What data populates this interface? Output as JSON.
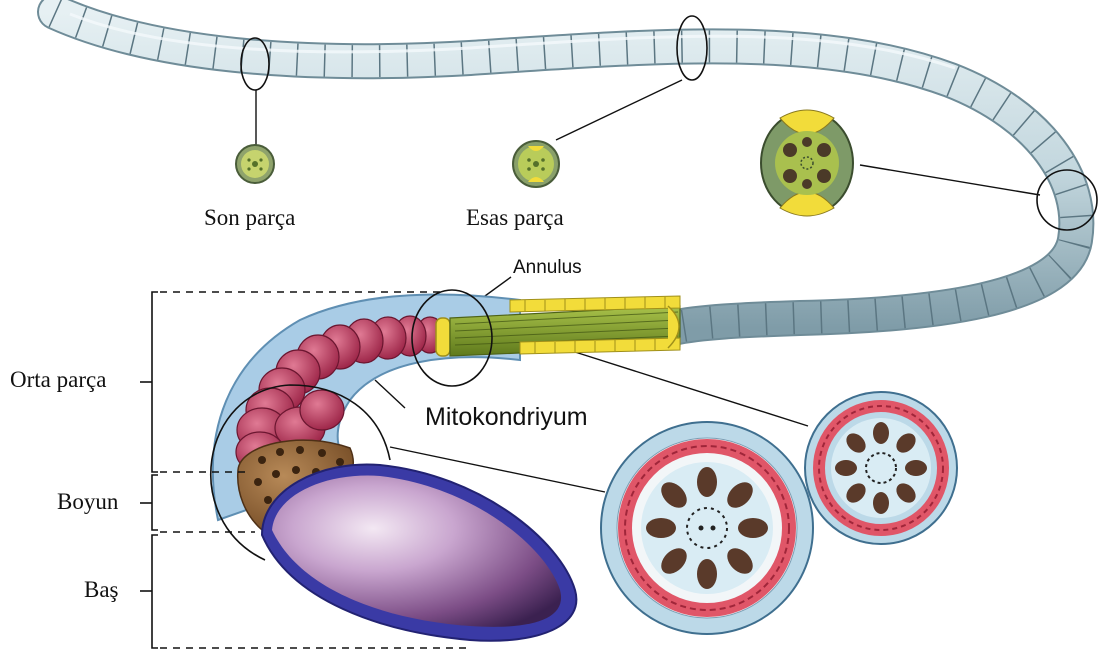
{
  "labels": {
    "son_parca": "Son parça",
    "esas_parca": "Esas parça",
    "annulus": "Annulus",
    "orta_parca": "Orta parça",
    "mitokondriyum": "Mitokondriyum",
    "boyun": "Boyun",
    "bas": "Baş"
  },
  "colors": {
    "tail": "#c9dde2",
    "tail_shade": "#7d9aa6",
    "mitochondria": "#b8375a",
    "fibers": "#7e9a2e",
    "annulus": "#f2dc3a",
    "sheath": "#a9cce6",
    "neck": "#8e6436",
    "head": "#8a5f97",
    "section_green": "#b6c85a",
    "section_red": "#e0566a"
  }
}
